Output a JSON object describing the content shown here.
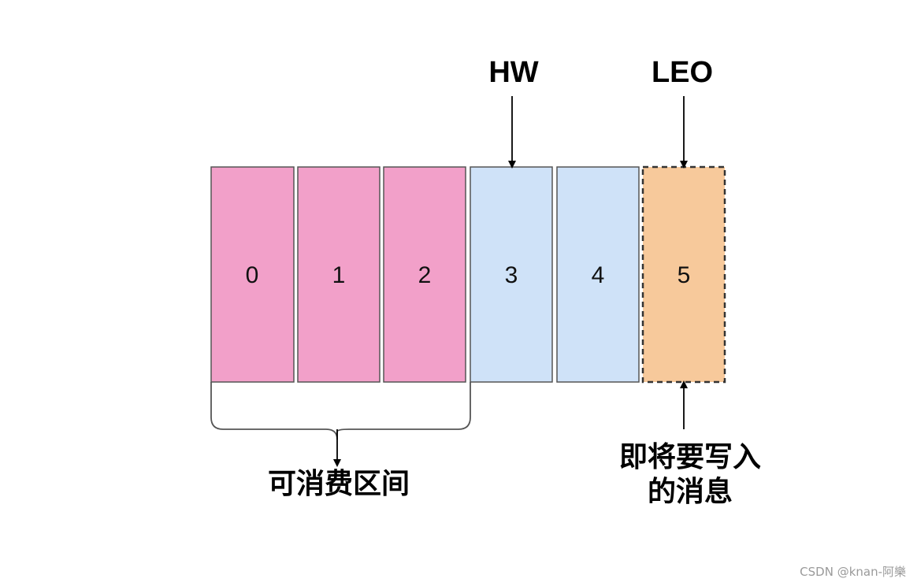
{
  "colors": {
    "consumable_fill": "#f2a0c9",
    "committed_fill": "#cfe2f8",
    "pending_fill": "#f7c99b",
    "border": "#555555"
  },
  "cells": [
    {
      "label": "0",
      "state": "consumable"
    },
    {
      "label": "1",
      "state": "consumable"
    },
    {
      "label": "2",
      "state": "consumable"
    },
    {
      "label": "3",
      "state": "committed"
    },
    {
      "label": "4",
      "state": "committed"
    },
    {
      "label": "5",
      "state": "pending"
    }
  ],
  "pointers": {
    "hw": {
      "label": "HW",
      "cell_index": 3
    },
    "leo": {
      "label": "LEO",
      "cell_index": 5
    }
  },
  "range_label": "可消费区间",
  "pending_label": {
    "line1": "即将要写入",
    "line2": "的消息"
  },
  "watermark": "CSDN @knan-阿樂",
  "icons": {
    "arrow": "arrow-down-icon",
    "arrow_up": "arrow-up-icon"
  }
}
